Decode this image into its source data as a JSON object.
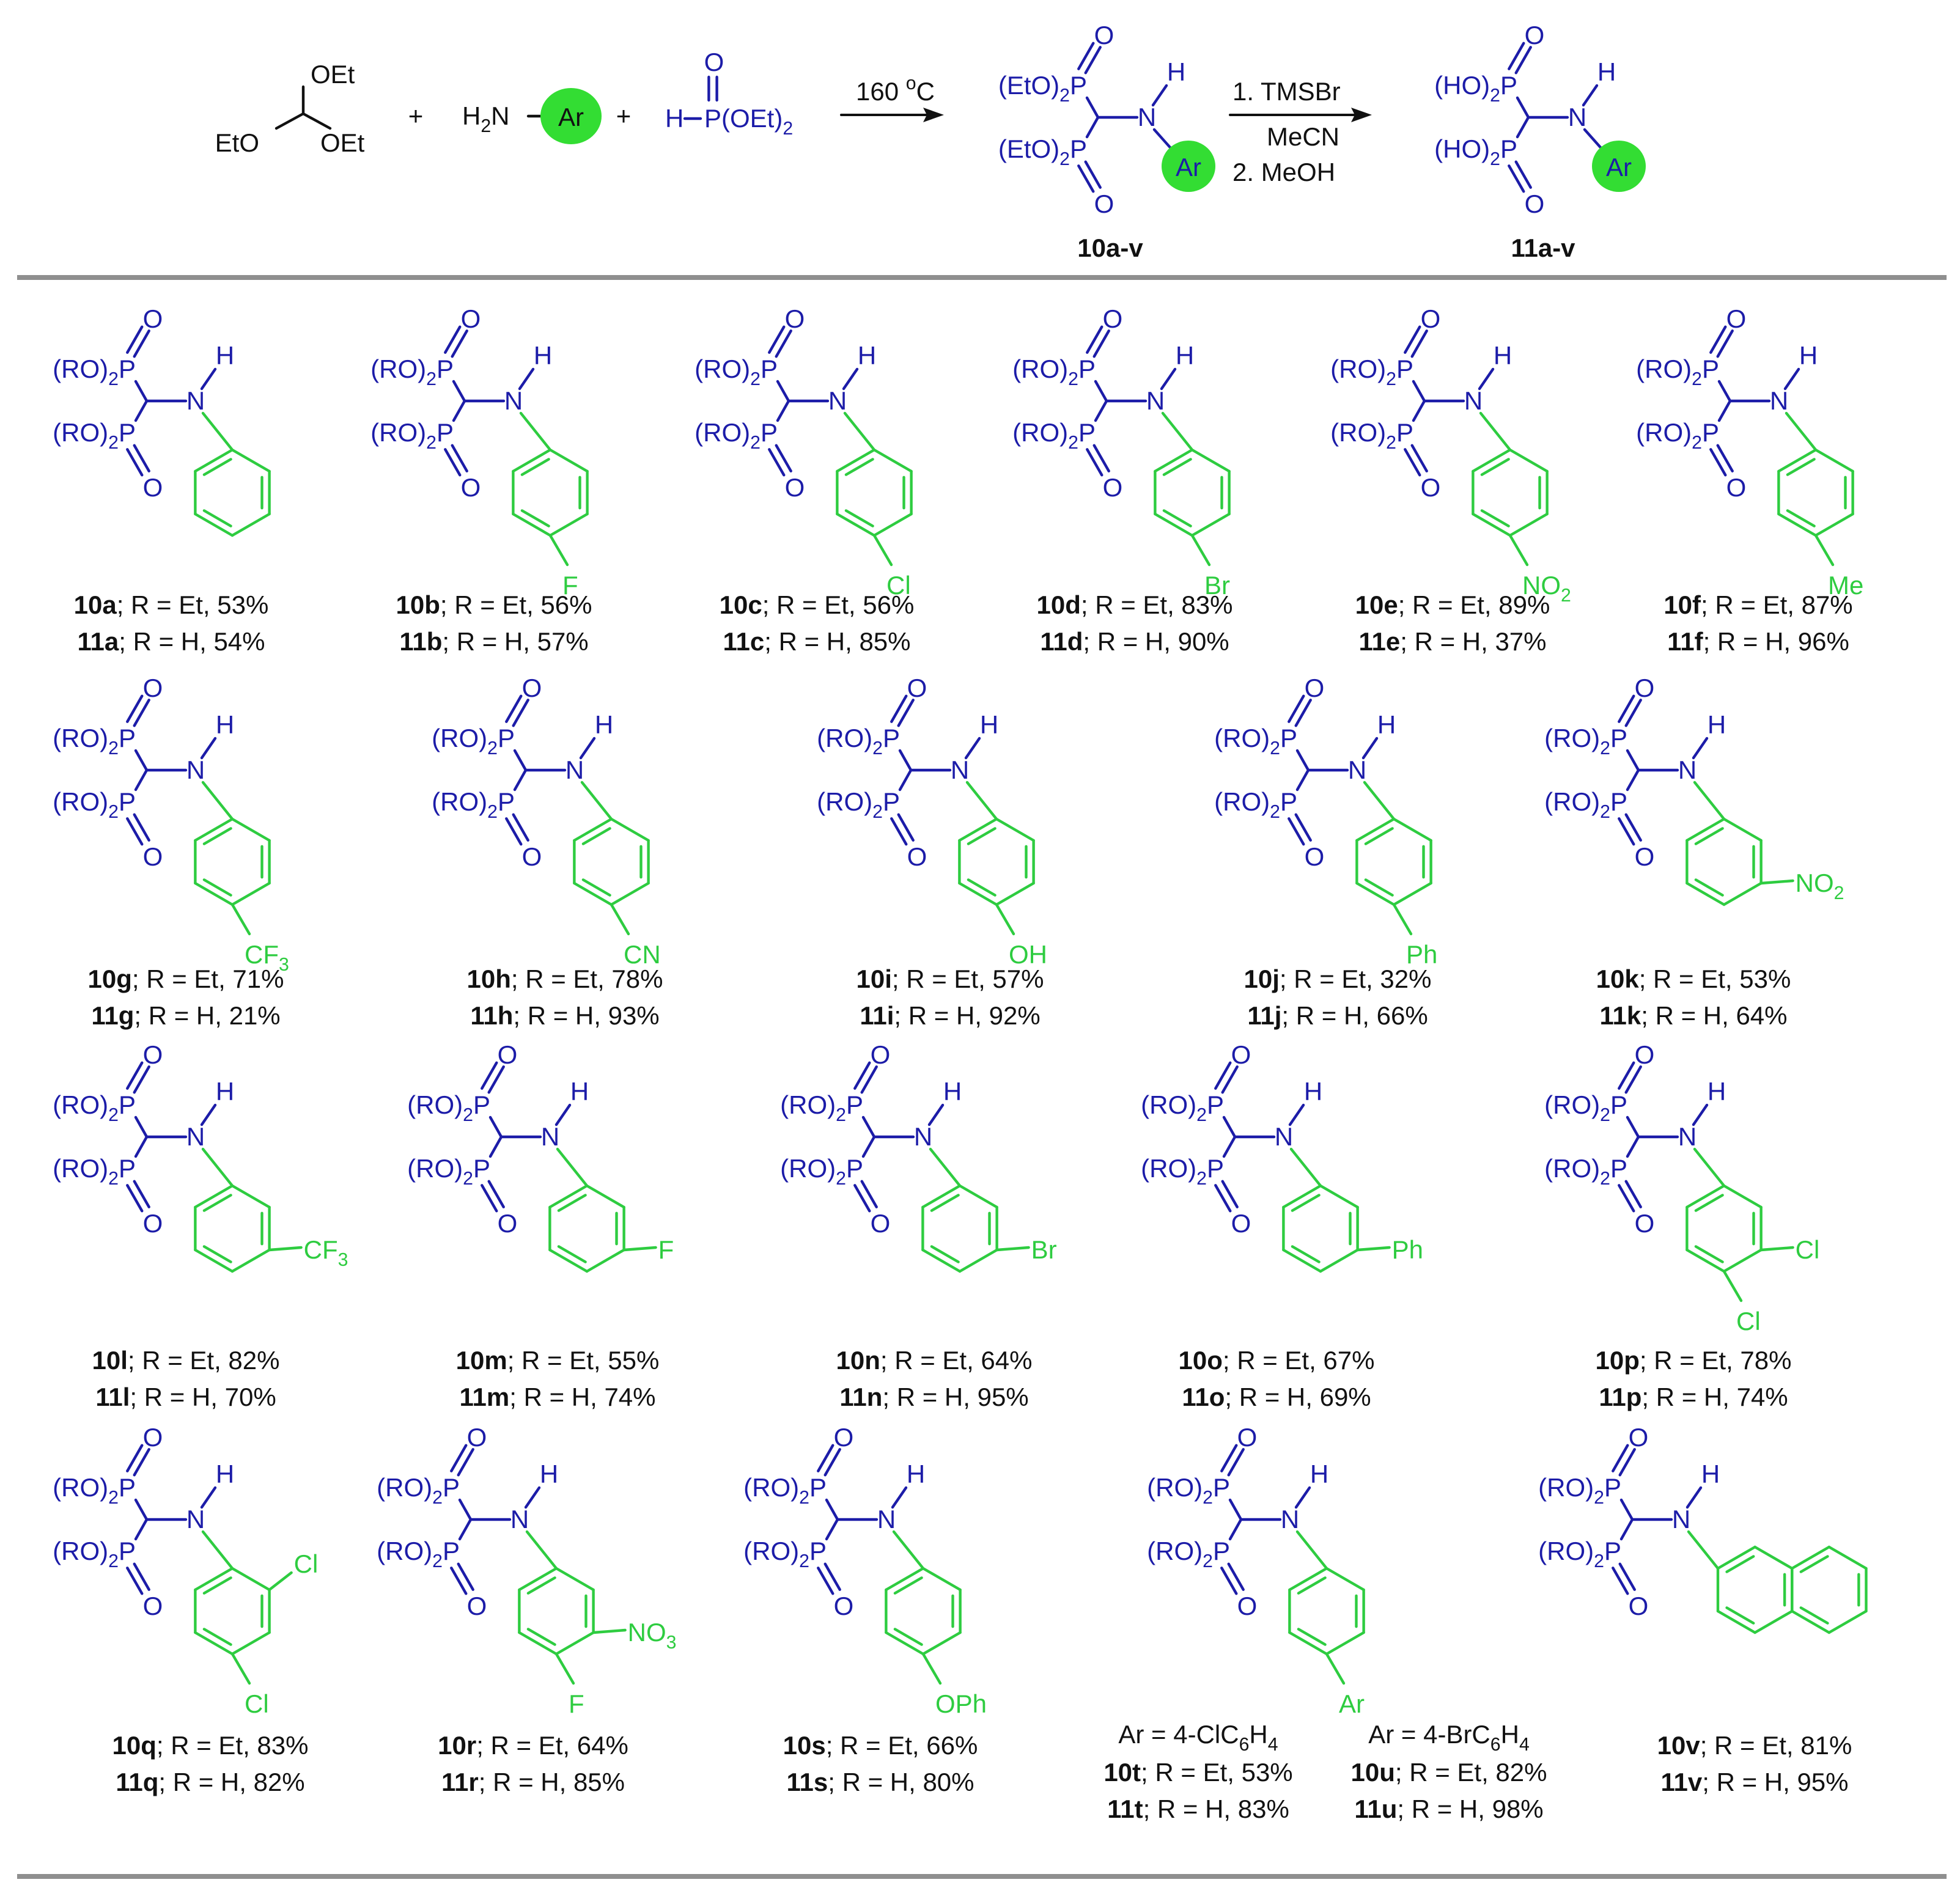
{
  "colors": {
    "blue": "#1c1ca8",
    "green": "#2ecc40",
    "ball": "#33dd33",
    "line": "#111111",
    "rule": "#8f8f8f"
  },
  "reaction": {
    "triethoxy": {
      "o_top": "OEt",
      "o_left": "EtO",
      "o_right": "OEt"
    },
    "plus1": "+",
    "amine": {
      "prefix": "H",
      "sub": "2",
      "n": "N",
      "ar": "Ar"
    },
    "plus2": "+",
    "phosphite": {
      "h": "H",
      "o": "O",
      "p": "P",
      "tail": "(OEt)",
      "sub": "2"
    },
    "step1": {
      "temp": "160",
      "deg": "o",
      "unit": "C"
    },
    "step2": {
      "line1": "1. TMSBr",
      "line2": "MeCN",
      "line3": "2. MeOH"
    },
    "product10": {
      "label": "10a-v",
      "group": "(EtO)",
      "sub": "2",
      "p": "P",
      "o": "O",
      "n": "N",
      "h": "H",
      "ar": "Ar"
    },
    "product11": {
      "label": "11a-v",
      "group": "(HO)",
      "sub": "2",
      "p": "P",
      "o": "O",
      "n": "N",
      "h": "H",
      "ar": "Ar"
    }
  },
  "core": {
    "group": "(RO)",
    "sub": "2",
    "p": "P",
    "o": "O",
    "n": "N",
    "h": "H"
  },
  "compounds": [
    {
      "id": "a",
      "l1": [
        "10a",
        "; R = Et, 53%"
      ],
      "l2": [
        "11a",
        "; R = H, 54%"
      ],
      "sub": []
    },
    {
      "id": "b",
      "l1": [
        "10b",
        "; R = Et, 56%"
      ],
      "l2": [
        "11b",
        "; R = H, 57%"
      ],
      "sub": [
        [
          "p",
          "F"
        ]
      ]
    },
    {
      "id": "c",
      "l1": [
        "10c",
        "; R = Et, 56%"
      ],
      "l2": [
        "11c",
        "; R = H, 85%"
      ],
      "sub": [
        [
          "p",
          "Cl"
        ]
      ]
    },
    {
      "id": "d",
      "l1": [
        "10d",
        "; R = Et, 83%"
      ],
      "l2": [
        "11d",
        "; R = H, 90%"
      ],
      "sub": [
        [
          "p",
          "Br"
        ]
      ]
    },
    {
      "id": "e",
      "l1": [
        "10e",
        "; R = Et, 89%"
      ],
      "l2": [
        "11e",
        "; R = H, 37%"
      ],
      "sub": [
        [
          "p",
          "NO|2"
        ]
      ]
    },
    {
      "id": "f",
      "l1": [
        "10f",
        "; R = Et, 87%"
      ],
      "l2": [
        "11f",
        "; R = H, 96%"
      ],
      "sub": [
        [
          "p",
          "Me"
        ]
      ]
    },
    {
      "id": "g",
      "l1": [
        "10g",
        "; R = Et, 71%"
      ],
      "l2": [
        "11g",
        "; R = H, 21%"
      ],
      "sub": [
        [
          "p",
          "CF|3"
        ]
      ]
    },
    {
      "id": "h",
      "l1": [
        "10h",
        "; R = Et, 78%"
      ],
      "l2": [
        "11h",
        "; R = H, 93%"
      ],
      "sub": [
        [
          "p",
          "CN"
        ]
      ]
    },
    {
      "id": "i",
      "l1": [
        "10i",
        "; R = Et, 57%"
      ],
      "l2": [
        "11i",
        "; R = H, 92%"
      ],
      "sub": [
        [
          "p",
          "OH"
        ]
      ]
    },
    {
      "id": "j",
      "l1": [
        "10j",
        "; R = Et, 32%"
      ],
      "l2": [
        "11j",
        "; R = H, 66%"
      ],
      "sub": [
        [
          "p",
          "Ph"
        ]
      ]
    },
    {
      "id": "k",
      "l1": [
        "10k",
        "; R = Et, 53%"
      ],
      "l2": [
        "11k",
        "; R = H, 64%"
      ],
      "sub": [
        [
          "m",
          "NO|2"
        ]
      ]
    },
    {
      "id": "l",
      "l1": [
        "10l",
        "; R = Et, 82%"
      ],
      "l2": [
        "11l",
        "; R = H, 70%"
      ],
      "sub": [
        [
          "m",
          "CF|3"
        ]
      ]
    },
    {
      "id": "m",
      "l1": [
        "10m",
        "; R = Et, 55%"
      ],
      "l2": [
        "11m",
        "; R = H, 74%"
      ],
      "sub": [
        [
          "m",
          "F"
        ]
      ]
    },
    {
      "id": "n",
      "l1": [
        "10n",
        "; R = Et, 64%"
      ],
      "l2": [
        "11n",
        "; R = H, 95%"
      ],
      "sub": [
        [
          "m",
          "Br"
        ]
      ]
    },
    {
      "id": "o",
      "l1": [
        "10o",
        "; R = Et, 67%"
      ],
      "l2": [
        "11o",
        "; R = H, 69%"
      ],
      "sub": [
        [
          "m",
          "Ph"
        ]
      ]
    },
    {
      "id": "p",
      "l1": [
        "10p",
        "; R = Et, 78%"
      ],
      "l2": [
        "11p",
        "; R = H, 74%"
      ],
      "sub": [
        [
          "m",
          "Cl"
        ],
        [
          "p",
          "Cl"
        ]
      ]
    },
    {
      "id": "q",
      "l1": [
        "10q",
        "; R = Et, 83%"
      ],
      "l2": [
        "11q",
        "; R = H, 82%"
      ],
      "sub": [
        [
          "o",
          "Cl"
        ],
        [
          "p",
          "Cl"
        ]
      ]
    },
    {
      "id": "r",
      "l1": [
        "10r",
        "; R = Et, 64%"
      ],
      "l2": [
        "11r",
        "; R = H, 85%"
      ],
      "sub": [
        [
          "m",
          "NO|3"
        ],
        [
          "p",
          "F"
        ]
      ]
    },
    {
      "id": "s",
      "l1": [
        "10s",
        "; R = Et, 66%"
      ],
      "l2": [
        "11s",
        "; R = H, 80%"
      ],
      "sub": [
        [
          "p",
          "OPh"
        ]
      ]
    },
    {
      "id": "tu",
      "sub": [
        [
          "p",
          "Ar"
        ]
      ],
      "cols": [
        {
          "arlabel": "Ar = 4-ClC|6|H|4",
          "l1": [
            "10t",
            "; R = Et, 53%"
          ],
          "l2": [
            "11t",
            "; R = H, 83%"
          ]
        },
        {
          "arlabel": "Ar = 4-BrC|6|H|4",
          "l1": [
            "10u",
            "; R = Et, 82%"
          ],
          "l2": [
            "11u",
            "; R = H, 98%"
          ]
        }
      ]
    },
    {
      "id": "v",
      "l1": [
        "10v",
        "; R = Et, 81%"
      ],
      "l2": [
        "11v",
        "; R = H, 95%"
      ],
      "sub": [],
      "naphthyl": true
    }
  ]
}
